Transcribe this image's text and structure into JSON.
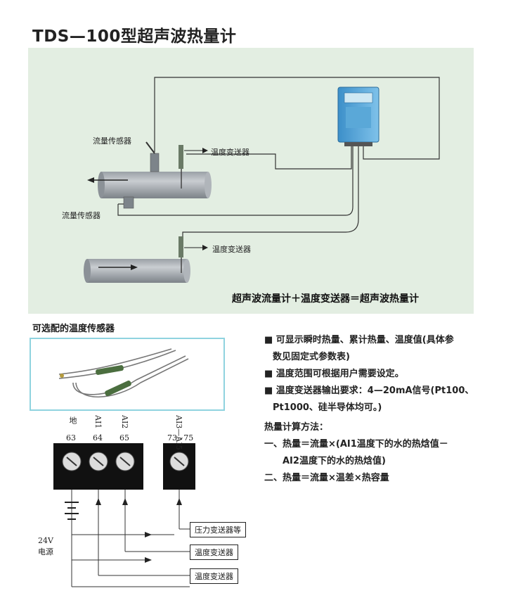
{
  "title": "TDS—100型超声波热量计",
  "diagram": {
    "labels": {
      "flow_sensor_top": "流量传感器",
      "flow_sensor_bottom": "流量传感器",
      "temp_transmitter_top": "温度变送器",
      "temp_transmitter_bottom": "温度变送器"
    },
    "formula": "超声波流量计＋温度变送器＝超声波热量计"
  },
  "sensors_heading": "可选配的温度传感器",
  "features": [
    "■ 可显示瞬时热量、累计热量、温度值(具体参",
    "数见固定式参数表)",
    "■ 温度范围可根据用户需要设定。",
    "■ 温度变送器输出要求：4—20mA信号(Pt100、",
    "Pt1000、硅半导体均可。)"
  ],
  "calc": {
    "heading": "热量计算方法：",
    "lines": [
      "一、热量＝流量×(AI1温度下的水的热焓值－",
      "AI2温度下的水的热焓值)",
      "二、热量＝流量×温差×热容量"
    ]
  },
  "wiring": {
    "terminals": [
      {
        "name": "地",
        "number": "63"
      },
      {
        "name": "AI1",
        "number": "64"
      },
      {
        "name": "AI2",
        "number": "65"
      },
      {
        "name": "AI3—AI5",
        "number": "73~75"
      }
    ],
    "power_label": "24V",
    "power_sub": "电源",
    "boxes": [
      "压力变送器等",
      "温度变送器",
      "温度变送器"
    ]
  }
}
